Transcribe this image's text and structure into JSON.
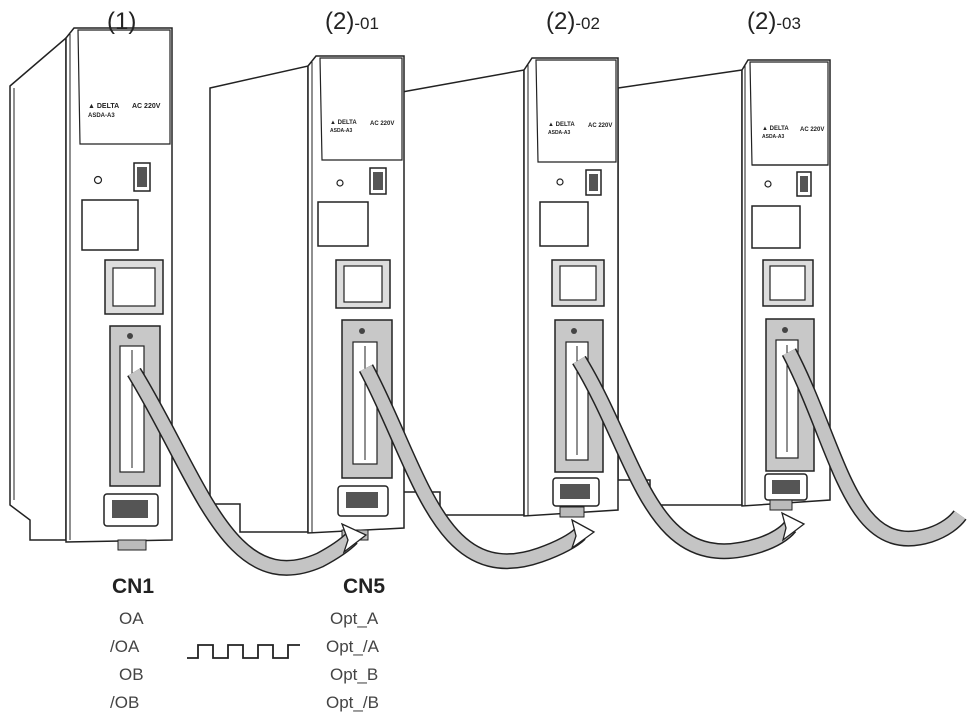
{
  "units": [
    {
      "title": "(1)",
      "suffix": "",
      "brand": "DELTA",
      "model": "ASDA-A3",
      "voltage": "AC 220V"
    },
    {
      "title": "(2)",
      "suffix": "-01",
      "brand": "DELTA",
      "model": "ASDA-A3",
      "voltage": "AC 220V"
    },
    {
      "title": "(2)",
      "suffix": "-02",
      "brand": "DELTA",
      "model": "ASDA-A3",
      "voltage": "AC 220V"
    },
    {
      "title": "(2)",
      "suffix": "-03",
      "brand": "DELTA",
      "model": "ASDA-A3",
      "voltage": "AC 220V"
    }
  ],
  "cn1": {
    "header": "CN1",
    "signals": [
      "OA",
      "/OA",
      "OB",
      "/OB"
    ]
  },
  "cn5": {
    "header": "CN5",
    "signals": [
      "Opt_A",
      "Opt_/A",
      "Opt_B",
      "Opt_/B"
    ]
  },
  "colors": {
    "outline": "#222222",
    "body": "#ffffff",
    "shade": "#c8c8c8",
    "cable": "#bdbdbd"
  }
}
